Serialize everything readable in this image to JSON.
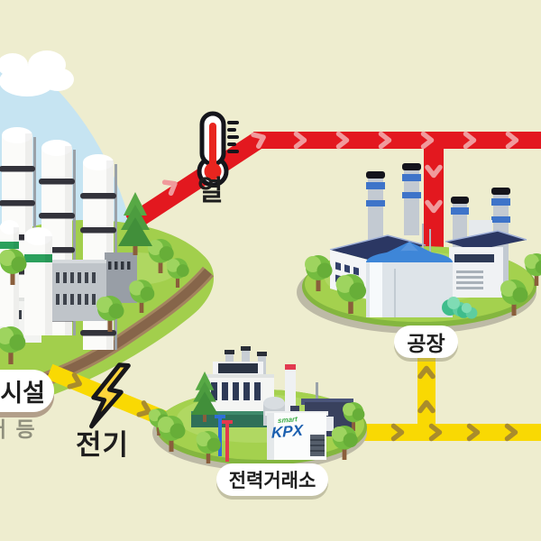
{
  "labels": {
    "heat": "열",
    "electricity": "전기",
    "factory": "공장",
    "power_exchange": "전력거래소",
    "facility": "시설",
    "facility_note": "러 등"
  },
  "kpx": {
    "logo": "KPX",
    "tagline": "smart"
  },
  "colors": {
    "background": "#EEEDCF",
    "heat_pipe_red": "#E3181F",
    "electricity_pipe_yellow": "#F9D903",
    "island_green": "#A2CF4C",
    "kpx_logo_blue": "#1B5FAF",
    "roof_navy": "#2B3763",
    "tank_top_blue": "#3E86D8"
  },
  "icons": {
    "heat_icon": "thermometer-icon",
    "electricity_icon": "lightning-bolt-icon"
  }
}
